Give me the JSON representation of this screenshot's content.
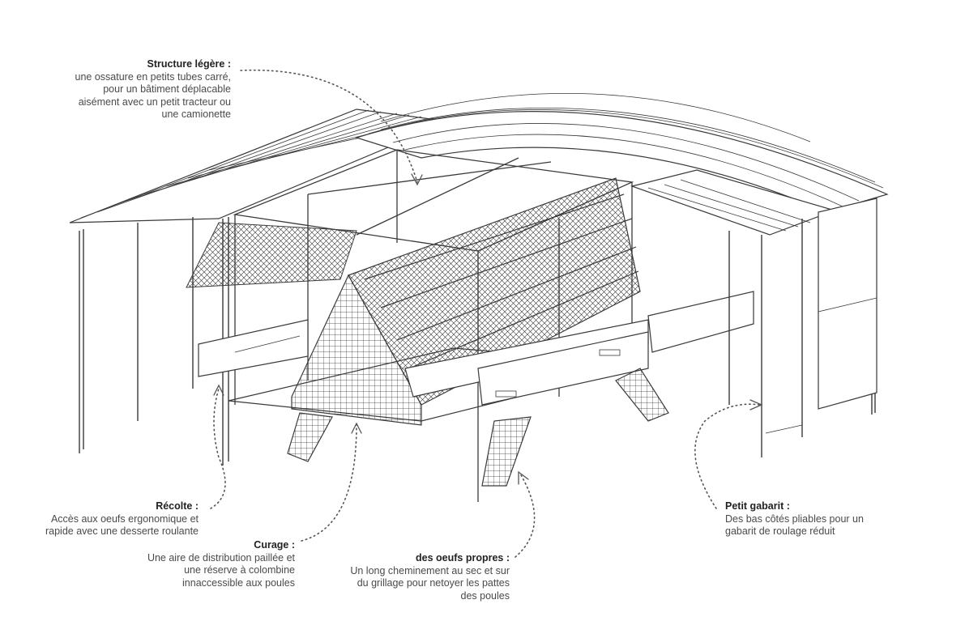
{
  "callouts": {
    "structure": {
      "title": "Structure légère :",
      "lines": [
        "une ossature en petits tubes carré,",
        "pour un bâtiment déplacable",
        "aisément avec un petit tracteur ou",
        "une camionette"
      ]
    },
    "recolte": {
      "title": "Récolte :",
      "lines": [
        "Accès aux oeufs ergonomique et",
        "rapide avec une desserte roulante"
      ]
    },
    "curage": {
      "title": "Curage :",
      "lines": [
        "Une aire de distribution paillée et",
        "une réserve à colombine",
        "innaccessible aux poules"
      ]
    },
    "oeufs": {
      "title": "des oeufs propres :",
      "lines": [
        "Un long cheminement au sec et sur",
        "du grillage pour netoyer les pattes",
        "des poules"
      ]
    },
    "gabarit": {
      "title": "Petit gabarit :",
      "lines": [
        "Des bas côtés pliables pour un",
        "gabarit de roulage réduit"
      ]
    }
  },
  "colors": {
    "line": "#3a3a3a",
    "dots": "#555555",
    "text": "#4a4a4a",
    "title": "#222222"
  }
}
